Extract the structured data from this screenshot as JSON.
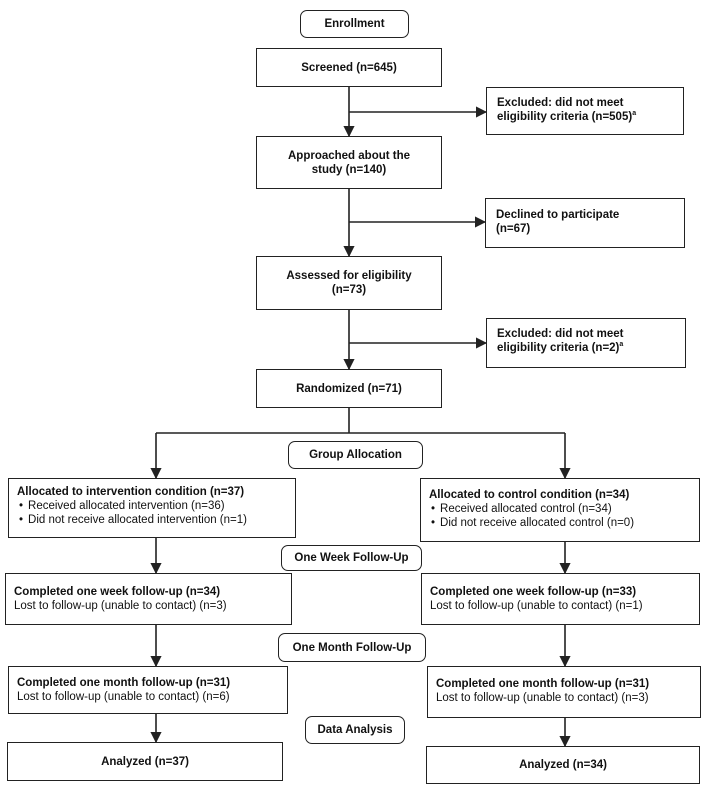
{
  "enrollment": {
    "header": "Enrollment",
    "screened": "Screened (n=645)",
    "excluded1_line1": "Excluded: did not meet",
    "excluded1_line2": "eligibility criteria (n=505)",
    "excluded1_sup": "a",
    "approached_line1": "Approached about the",
    "approached_line2": "study (n=140)",
    "declined_line1": "Declined to participate",
    "declined_line2": "(n=67)",
    "assessed_line1": "Assessed for eligibility",
    "assessed_line2": "(n=73)",
    "excluded2_line1": "Excluded: did not meet",
    "excluded2_line2": "eligibility criteria (n=2)",
    "excluded2_sup": "a",
    "randomized": "Randomized (n=71)"
  },
  "stages": {
    "allocation": "Group Allocation",
    "week": "One Week Follow-Up",
    "month": "One Month Follow-Up",
    "analysis": "Data Analysis"
  },
  "intervention": {
    "allocated": "Allocated to intervention condition (n=37)",
    "received": "Received allocated intervention (n=36)",
    "not_received": "Did not receive allocated intervention (n=1)",
    "week_completed": "Completed one week follow-up (n=34)",
    "week_lost": "Lost to follow-up (unable to contact) (n=3)",
    "month_completed": "Completed one month follow-up (n=31)",
    "month_lost": "Lost to follow-up (unable to contact) (n=6)",
    "analyzed": "Analyzed (n=37)"
  },
  "control": {
    "allocated": "Allocated to control condition (n=34)",
    "received": "Received allocated control (n=34)",
    "not_received": "Did not receive allocated control (n=0)",
    "week_completed": "Completed one week follow-up (n=33)",
    "week_lost": "Lost to follow-up (unable to contact) (n=1)",
    "month_completed": "Completed one month follow-up (n=31)",
    "month_lost": "Lost to follow-up (unable to contact) (n=3)",
    "analyzed": "Analyzed (n=34)"
  }
}
